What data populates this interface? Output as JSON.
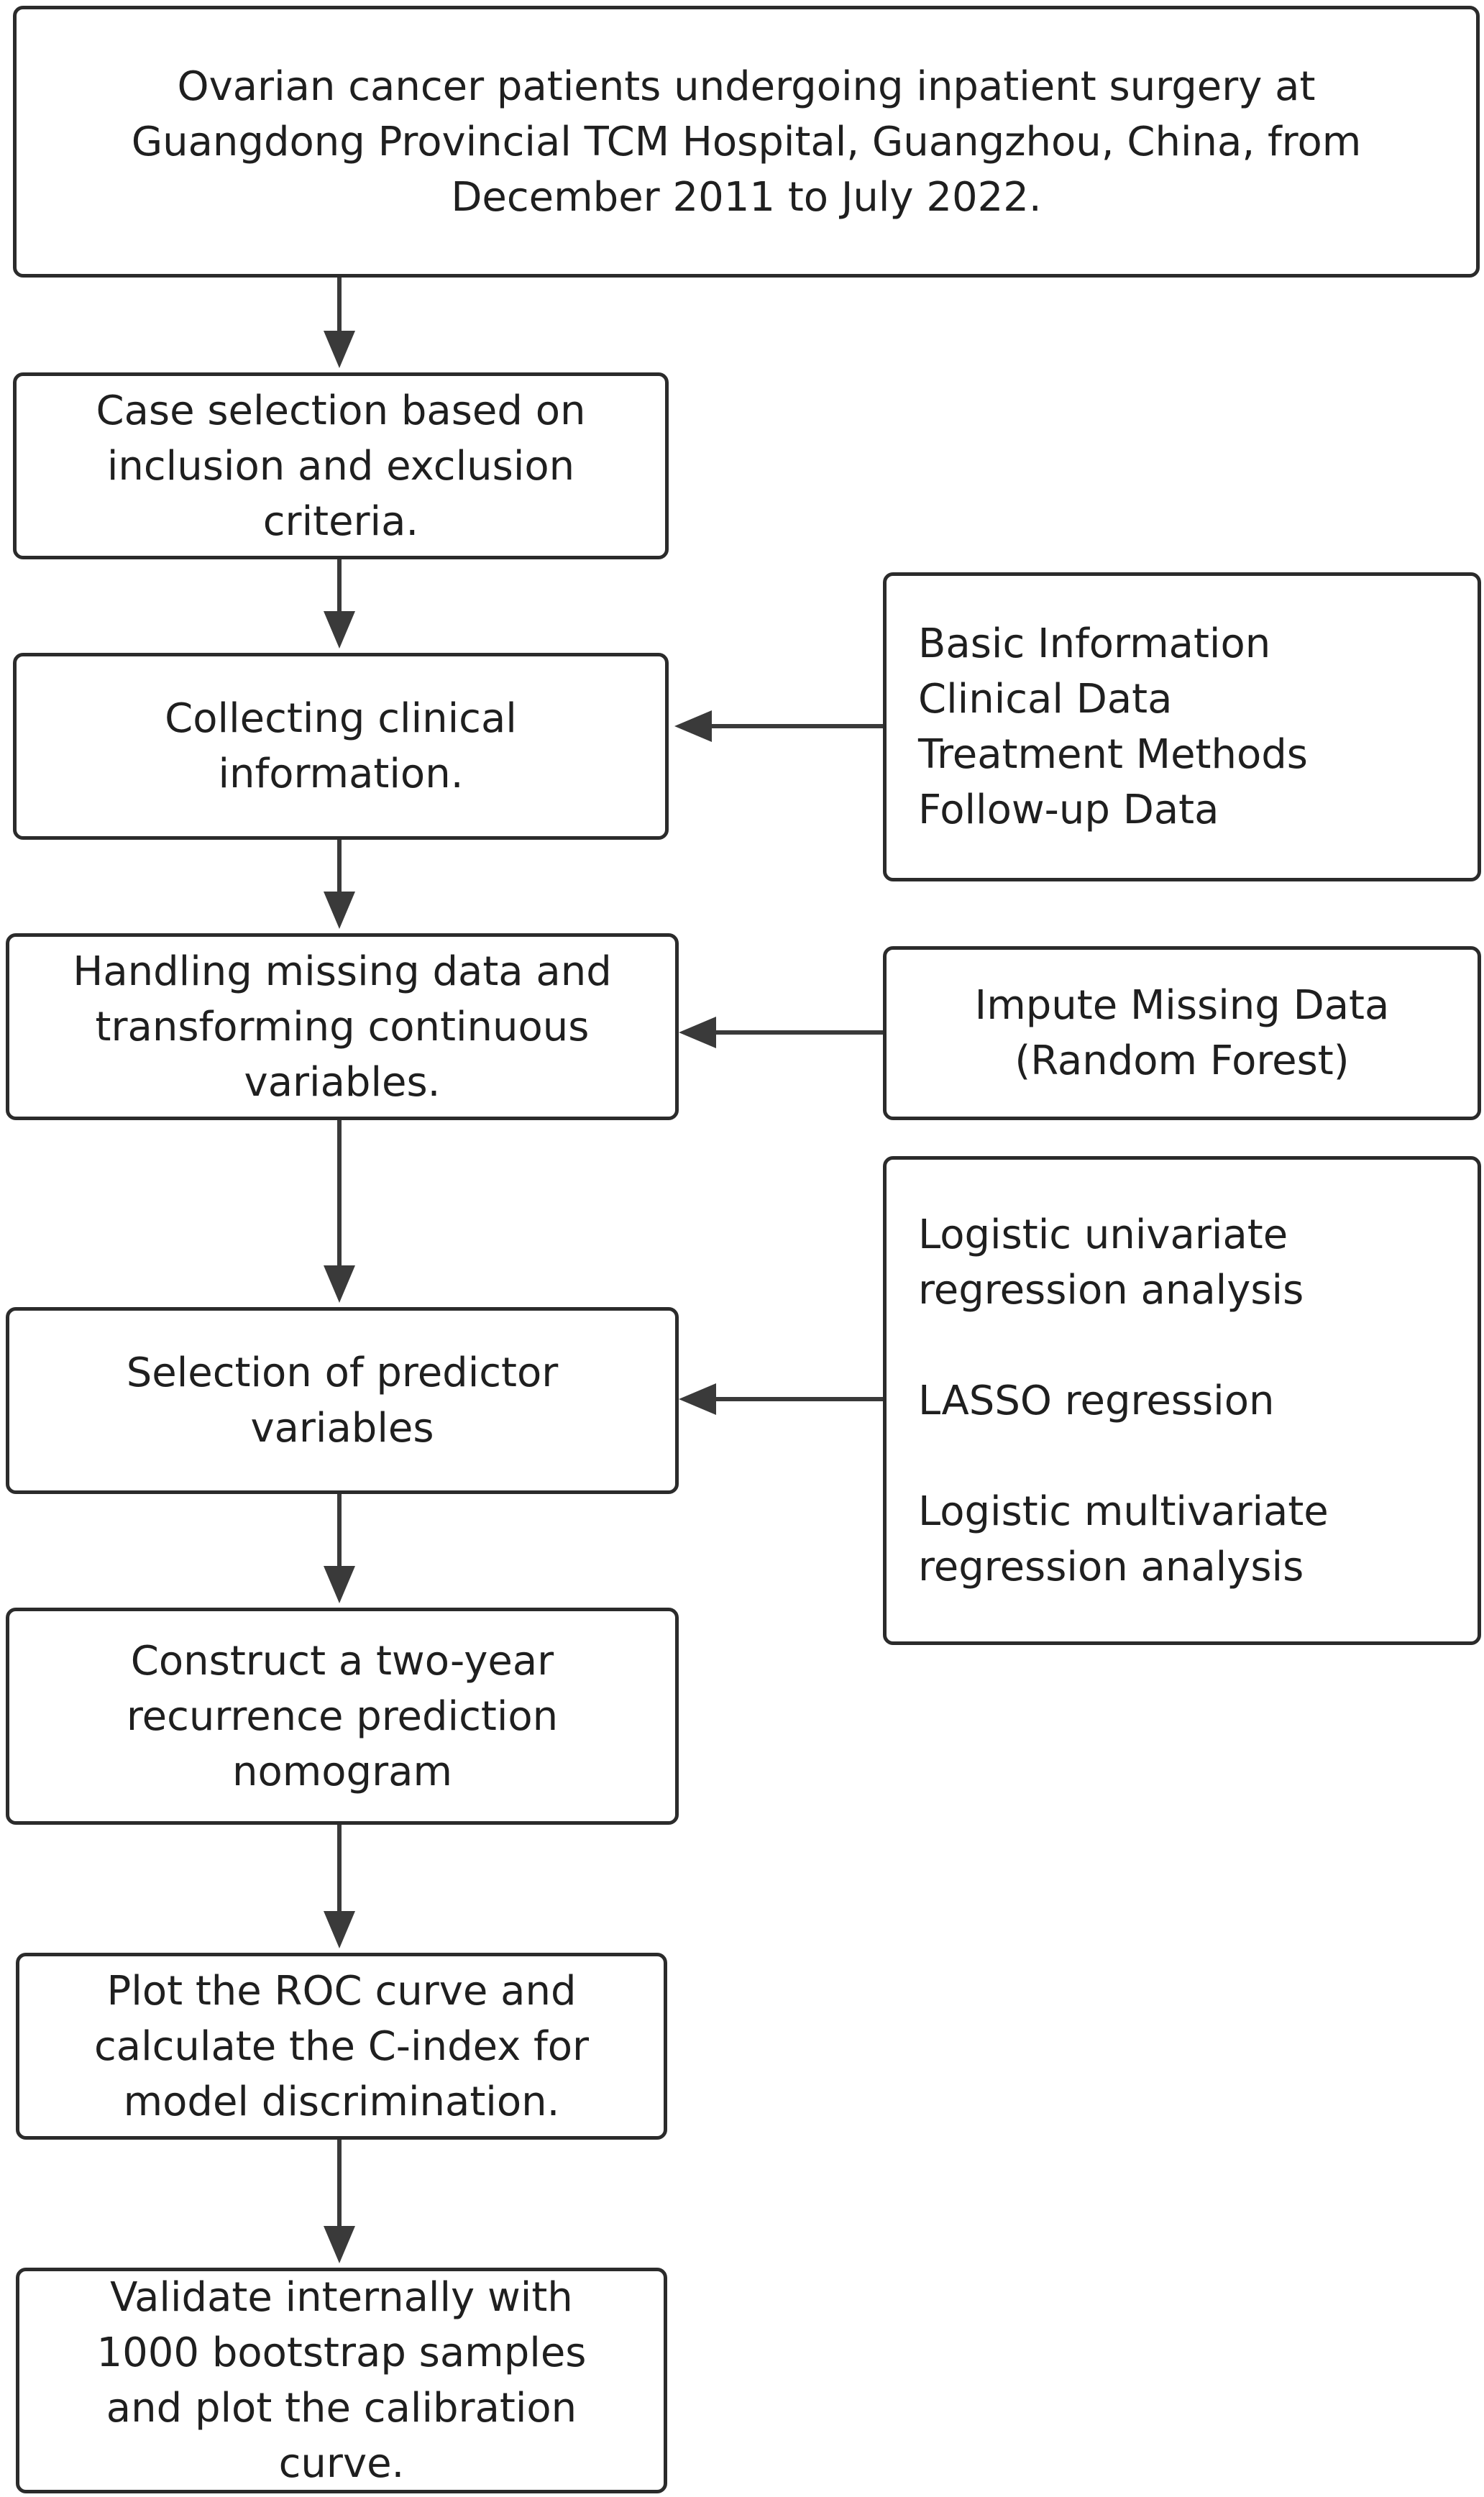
{
  "steps": {
    "s1": [
      "Ovarian cancer patients undergoing inpatient surgery at",
      "Guangdong Provincial TCM Hospital, Guangzhou, China, from",
      "December 2011 to July 2022."
    ],
    "s2": [
      "Case selection based on",
      "inclusion and exclusion",
      "criteria."
    ],
    "s3": [
      "Collecting clinical",
      "information."
    ],
    "s4": [
      "Handling missing data and",
      "transforming continuous",
      "variables."
    ],
    "s5": [
      "Selection of predictor",
      "variables"
    ],
    "s6": [
      "Construct a two-year",
      "recurrence prediction",
      "nomogram"
    ],
    "s7": [
      "Plot the ROC curve and",
      "calculate the C-index for",
      "model discrimination."
    ],
    "s8": [
      "Validate internally with",
      "1000 bootstrap samples",
      "and plot the calibration",
      "curve."
    ]
  },
  "side": {
    "info": [
      "Basic Information",
      "Clinical Data",
      "Treatment Methods",
      "Follow-up Data"
    ],
    "impute": [
      "Impute Missing Data",
      "(Random Forest)"
    ],
    "methods": [
      "Logistic univariate",
      "regression analysis",
      "LASSO regression",
      "Logistic multivariate",
      "regression analysis"
    ]
  }
}
